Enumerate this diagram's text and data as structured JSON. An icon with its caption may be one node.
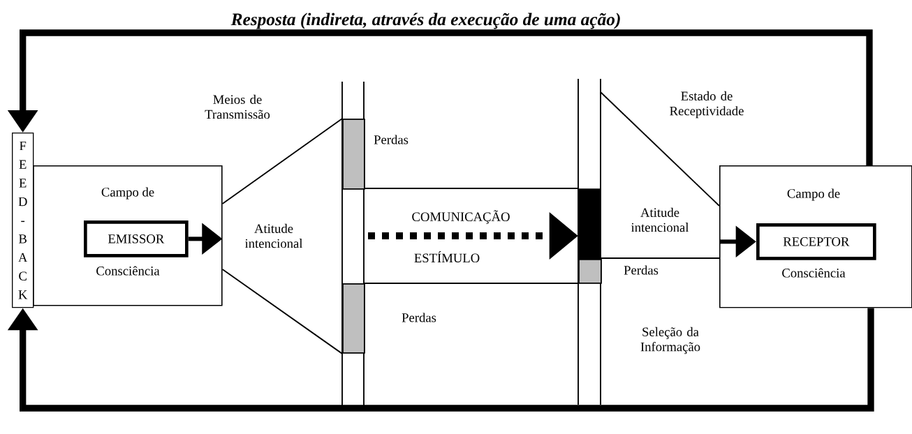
{
  "diagram": {
    "title": "Resposta (indireta, através da execução de uma ação)",
    "nodes": [
      {
        "text": [
          "F E E D - B A C K"
        ]
      },
      {
        "text": [
          "Campo de",
          "Consciência"
        ]
      },
      {
        "text": [
          "EMISSOR"
        ],
        "in": 1
      },
      {
        "text": [
          "Campo de",
          "Consciência"
        ]
      },
      {
        "text": [
          "RECEPTOR"
        ],
        "in": 3
      },
      {
        "text": [
          "COMUNICAÇÃO",
          "ESTÍMULO"
        ]
      },
      {
        "text": [],
        "shape": "bar"
      },
      {
        "text": [],
        "shape": "bar",
        "beside": [
          "Perdas"
        ]
      },
      {
        "text": [],
        "shape": "bar",
        "beside": [
          "Perdas"
        ]
      },
      {
        "text": [],
        "shape": "bar",
        "beside": [
          "Perdas"
        ]
      }
    ],
    "edges": [
      {
        "from": 3,
        "to": 0,
        "arrow": "to"
      },
      {
        "from": 3,
        "to": 0,
        "arrow": "to"
      },
      {
        "from": 2,
        "to": null,
        "arrow": "to"
      },
      {
        "from": 5,
        "to": 6,
        "arrow": "to",
        "style": "dashed"
      },
      {
        "from": null,
        "to": 4,
        "arrow": "to"
      },
      {
        "from": 1,
        "to": 7,
        "arrow": "none"
      },
      {
        "from": 1,
        "to": 8,
        "arrow": "none"
      }
    ],
    "labels": [
      "Meios de Transmissão",
      "Estado de Receptividade",
      "Atitude intencional",
      "Atitude intencional",
      "Seleção da Informação"
    ]
  }
}
